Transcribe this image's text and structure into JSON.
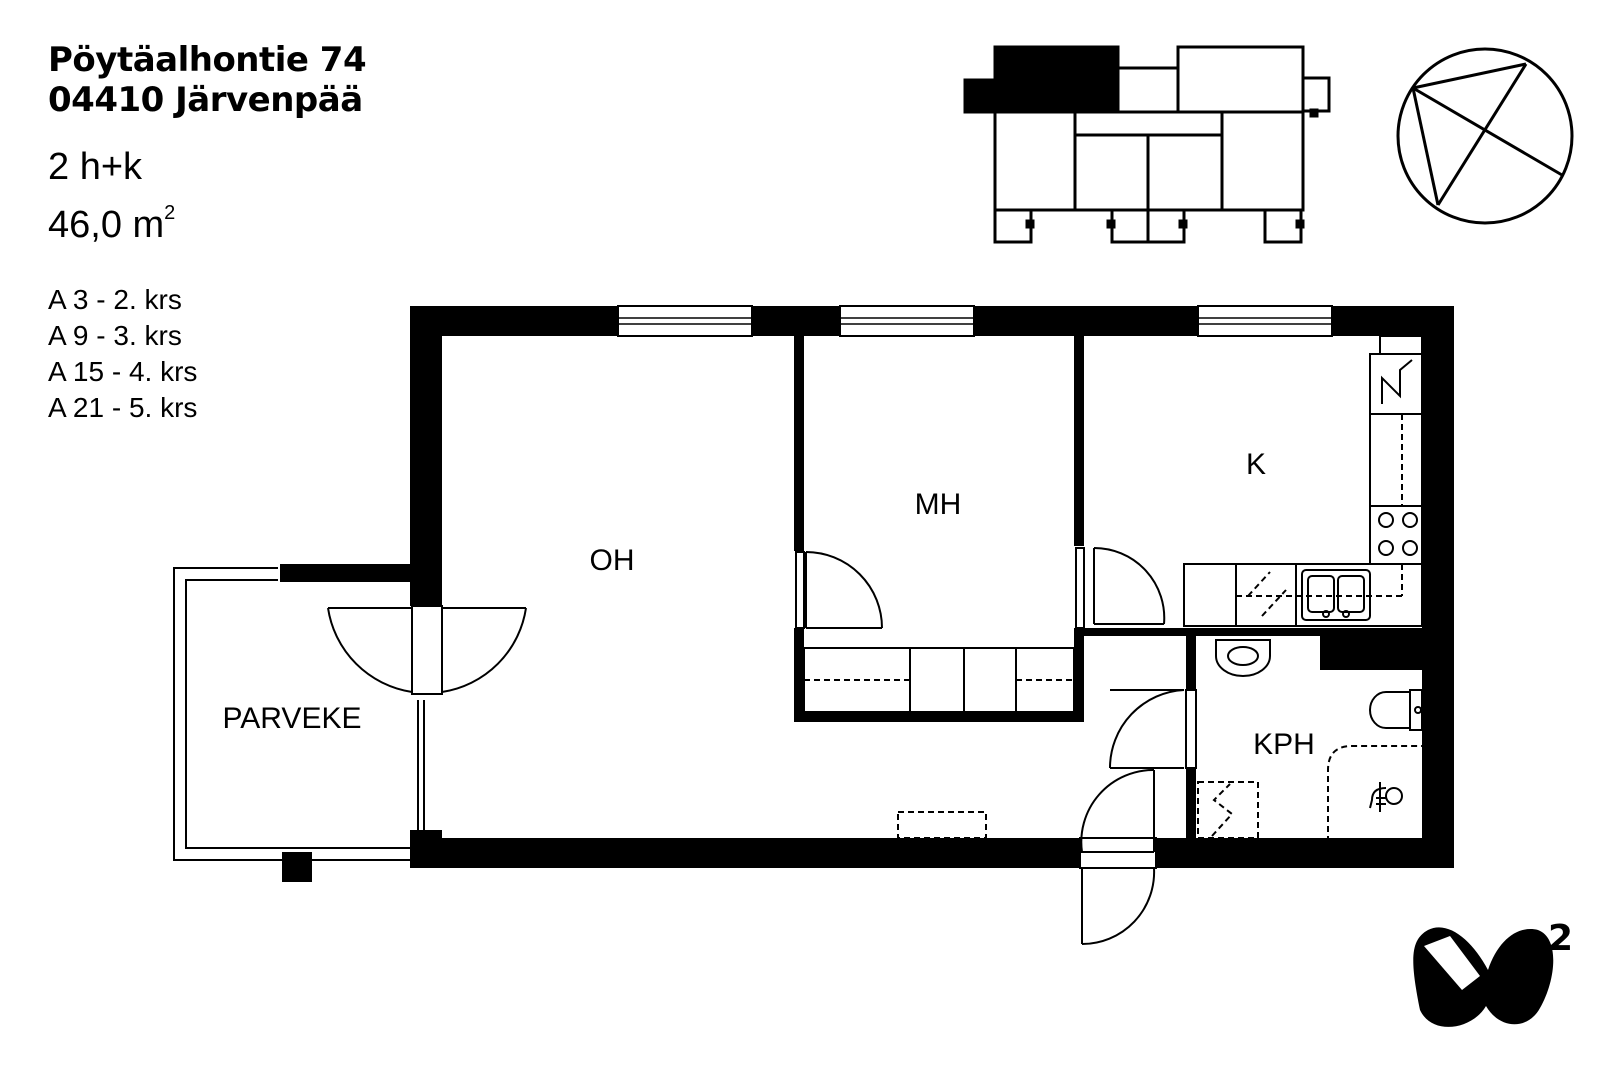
{
  "header": {
    "street": "Pöytäalhontie 74",
    "city": "04410 Järvenpää",
    "rooms": "2 h+k",
    "area_value": "46,0 m",
    "area_sup": "2"
  },
  "floors": [
    "A 3 - 2. krs",
    "A 9 - 3. krs",
    "A 15 - 4. krs",
    "A 21 - 5. krs"
  ],
  "rooms": {
    "living": "OH",
    "bedroom": "MH",
    "kitchen": "K",
    "balcony": "PARVEKE",
    "bathroom": "KPH"
  },
  "logo": {
    "letter": "M",
    "sup": "2"
  },
  "icons": {
    "compass": "compass-icon",
    "site": "site-plan-icon",
    "logo": "m2-logo-icon"
  },
  "colors": {
    "wall": "#000000",
    "background": "#ffffff"
  }
}
